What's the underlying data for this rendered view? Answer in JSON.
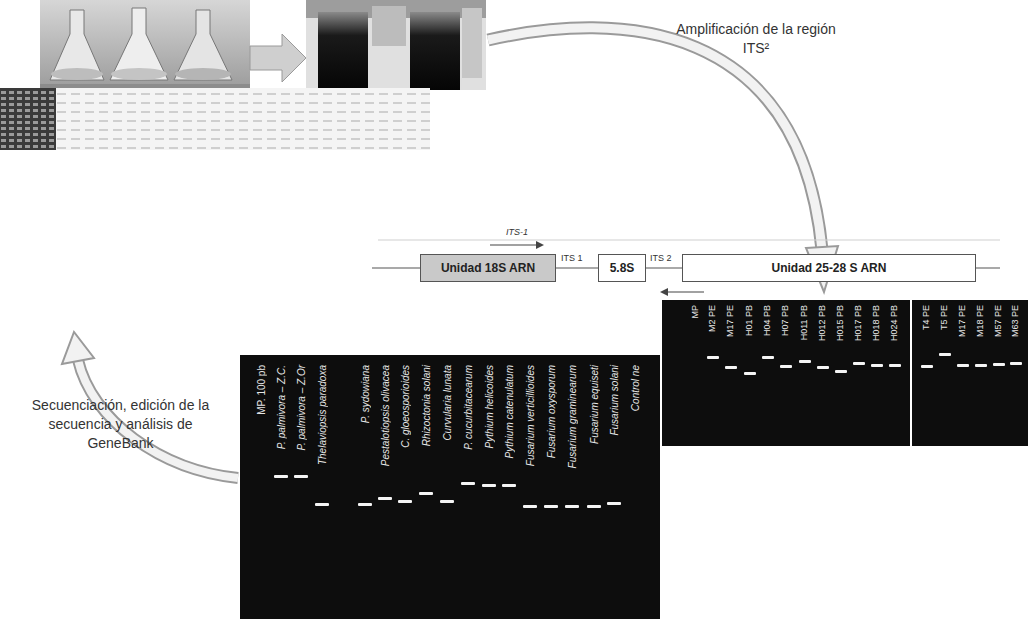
{
  "diagram": {
    "nodes": [
      {
        "text": [
          "Unidad 18S ARN"
        ]
      },
      {
        "text": [
          "5.8S"
        ]
      },
      {
        "text": [
          "Unidad 25-28 S ARN"
        ]
      },
      {
        "text": [
          "MP",
          "M2 PE",
          "M17 PE",
          "H01 PB",
          "H04 PB",
          "H07 PB",
          "H011 PB",
          "H012 PB",
          "H015 PB",
          "H017 PB",
          "H018 PB",
          "H024 PB",
          "T4 PE",
          "T5 PE",
          "M17 PE",
          "M18 PE",
          "M57 PE",
          "M63 PE"
        ]
      },
      {
        "text": [
          "MP. 100 pb",
          "P. palmivora – Z.C.",
          "P. palmivora – Z.Or",
          "Thelaviopsis paradoxa",
          "P. sydowiana",
          "Pestalotiopsis olivacea",
          "C. gloeosporioides",
          "Rhizoctonia solani",
          "Curvularia lunata",
          "P. cucurbitacearum",
          "Pythium helicoides",
          "Pythium catenulatum",
          "Fusarium verticillioides",
          "Fusarium oxysporum",
          "Fusarium graminearum",
          "Fusarium equiseti",
          "Fusarium solani",
          "Control ne"
        ]
      }
    ],
    "labels": [
      "Amplificación de la región ITS²",
      "ITS-1",
      "ITS 1",
      "ITS 2",
      "Secuenciación, edición de la secuencia y análisis de GeneBank"
    ]
  }
}
